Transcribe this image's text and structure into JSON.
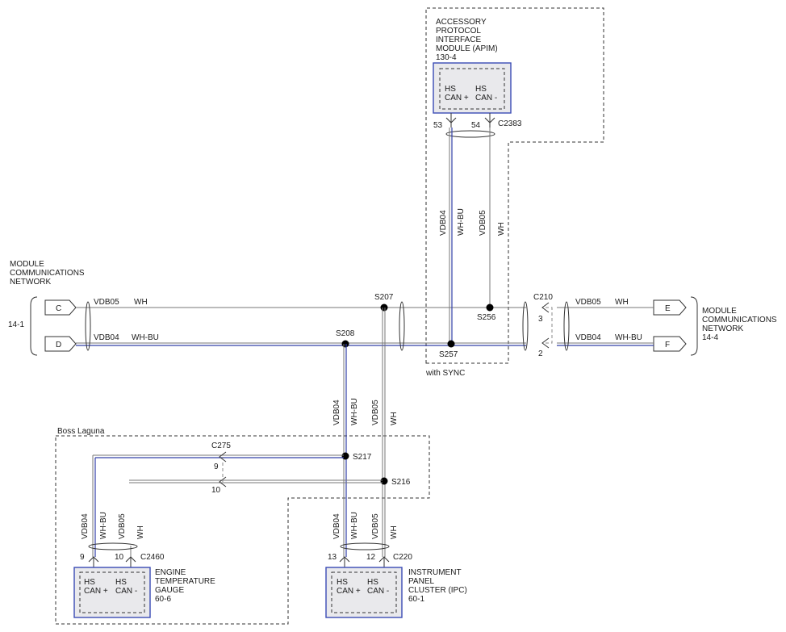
{
  "modules": {
    "apim": {
      "name_lines": [
        "ACCESSORY",
        "PROTOCOL",
        "INTERFACE",
        "MODULE (APIM)"
      ],
      "ref": "130-4",
      "pin_labels": [
        "HS",
        "CAN +",
        "HS",
        "CAN -"
      ],
      "pins": [
        "53",
        "54"
      ],
      "connector": "C2383",
      "note": "with SYNC"
    },
    "etg": {
      "name_lines": [
        "ENGINE",
        "TEMPERATURE",
        "GAUGE"
      ],
      "ref": "60-6",
      "pin_labels": [
        "HS",
        "CAN +",
        "HS",
        "CAN -"
      ],
      "pins": [
        "9",
        "10"
      ],
      "connector": "C2460"
    },
    "ipc": {
      "name_lines": [
        "INSTRUMENT",
        "PANEL",
        "CLUSTER (IPC)"
      ],
      "ref": "60-1",
      "pin_labels": [
        "HS",
        "CAN +",
        "HS",
        "CAN -"
      ],
      "pins": [
        "13",
        "12"
      ],
      "connector": "C220"
    }
  },
  "network_left": {
    "title_lines": [
      "MODULE",
      "COMMUNICATIONS",
      "NETWORK"
    ],
    "ref": "14-1",
    "terminals": [
      "C",
      "D"
    ]
  },
  "network_right": {
    "title_lines": [
      "MODULE",
      "COMMUNICATIONS",
      "NETWORK"
    ],
    "ref": "14-4",
    "terminals": [
      "E",
      "F"
    ]
  },
  "circuits": {
    "vdb05": "VDB05",
    "wh": "WH",
    "vdb04": "VDB04",
    "whbu": "WH-BU"
  },
  "splices": {
    "s207": "S207",
    "s208": "S208",
    "s256": "S256",
    "s257": "S257",
    "s217": "S217",
    "s216": "S216"
  },
  "connectors": {
    "c210": "C210",
    "c210_pins": [
      "3",
      "2"
    ],
    "c275": "C275",
    "c275_pins": [
      "9",
      "10"
    ]
  },
  "option_box": {
    "label": "Boss Laguna"
  },
  "colors": {
    "blue_wire": "#3340a8",
    "white_wire": "#777777",
    "module_border": "#3a4bb5"
  }
}
